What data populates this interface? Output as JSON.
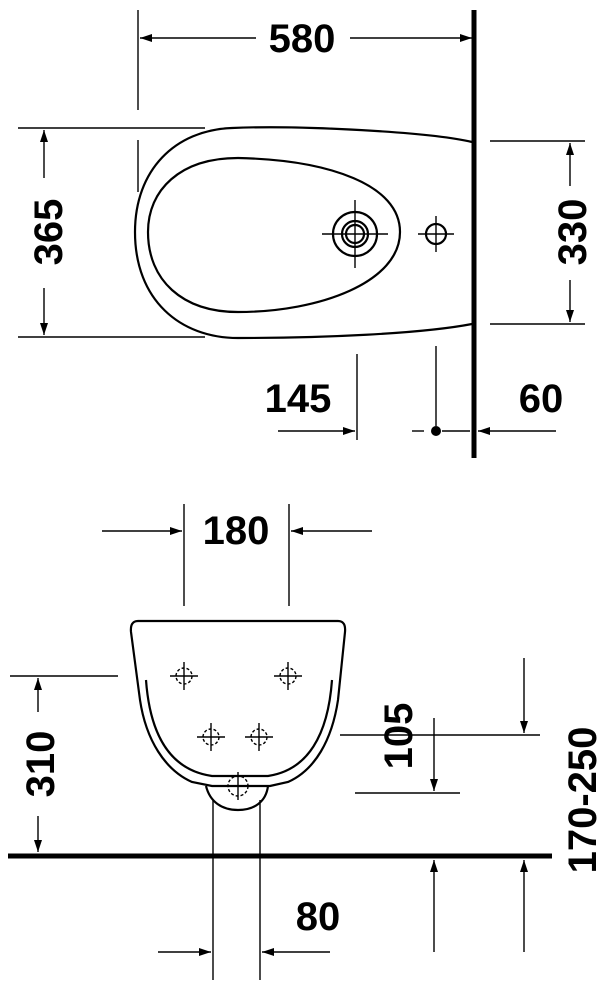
{
  "dimensions": {
    "top_width": "580",
    "top_depth": "365",
    "top_mount_depth": "330",
    "top_tap_distance": "145",
    "top_drain_distance": "60",
    "front_tap_width": "180",
    "front_fixing_height": "310",
    "front_drain_depth": "105",
    "front_drain_height": "170-250",
    "front_drain_width": "80"
  }
}
